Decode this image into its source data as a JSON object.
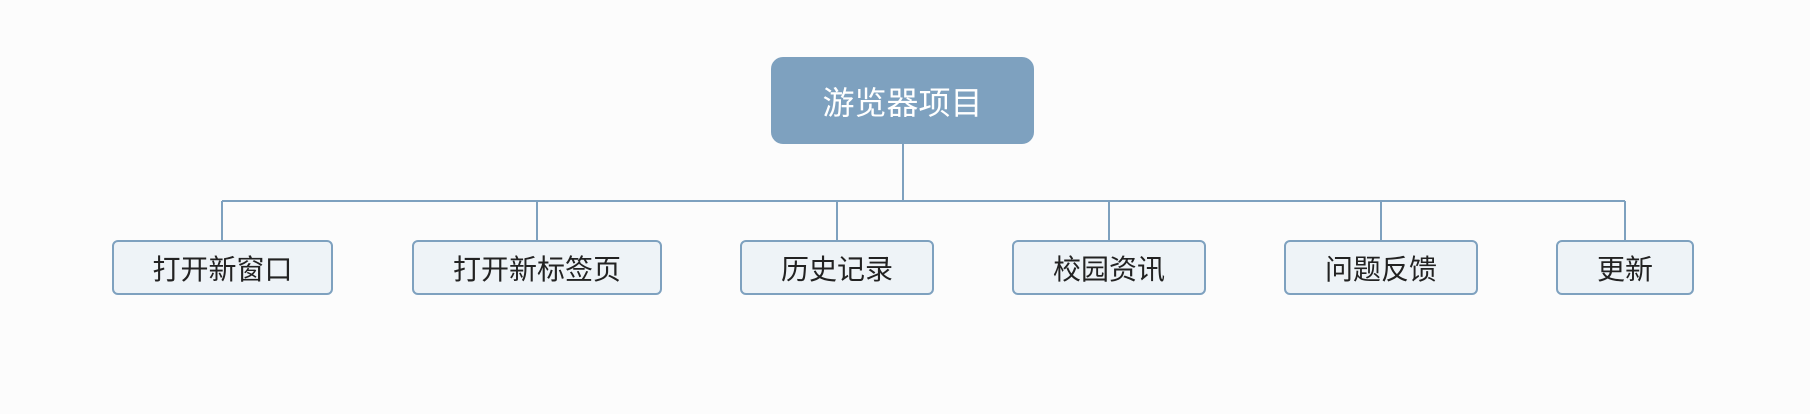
{
  "root": {
    "label": "游览器项目"
  },
  "children": [
    {
      "label": "打开新窗口"
    },
    {
      "label": "打开新标签页"
    },
    {
      "label": "历史记录"
    },
    {
      "label": "校园资讯"
    },
    {
      "label": "问题反馈"
    },
    {
      "label": "更新"
    }
  ],
  "colors": {
    "root_fill": "#7ea1bf",
    "child_fill": "#eef3f7",
    "border": "#7ea1bf",
    "connector": "#7ea1bf"
  }
}
